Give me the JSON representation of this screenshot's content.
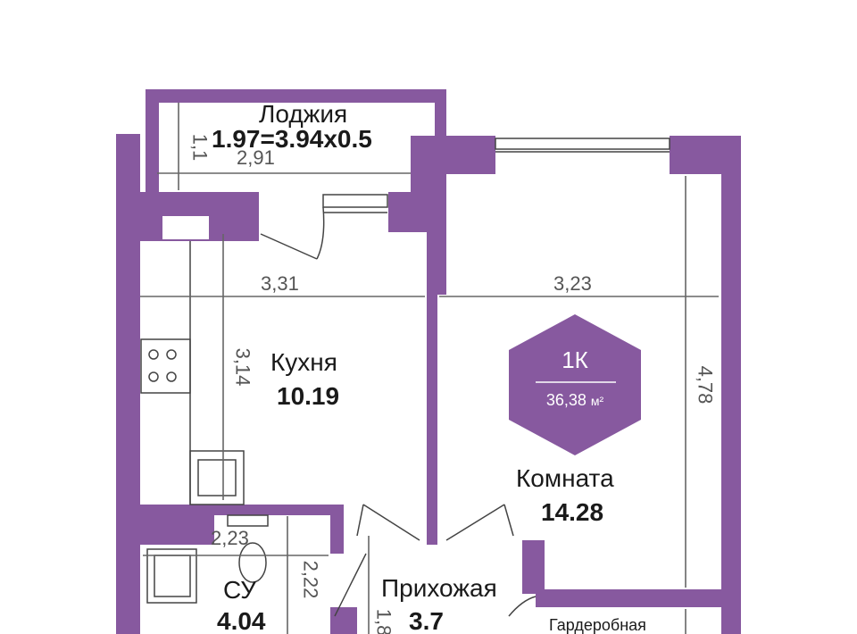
{
  "colors": {
    "wall": "#87599f",
    "dim_line": "#666666",
    "text": "#1a1a1a"
  },
  "badge": {
    "type": "1К",
    "total_area": "36,38",
    "unit": "м²"
  },
  "rooms": [
    {
      "name": "Лоджия",
      "area": "1.97=3.94x0.5"
    },
    {
      "name": "Кухня",
      "area": "10.19"
    },
    {
      "name": "Комната",
      "area": "14.28"
    },
    {
      "name": "СУ",
      "area": "4.04"
    },
    {
      "name": "Прихожая",
      "area": "3.7"
    },
    {
      "name": "Гардеробная",
      "area": ""
    }
  ],
  "dimensions": {
    "loggia_width": "2,91",
    "loggia_depth": "1,1",
    "kitchen_width": "3,31",
    "kitchen_length": "3,14",
    "room_width": "3,23",
    "room_length": "4,78",
    "bath_width": "2,23",
    "bath_length": "2,22",
    "hall_length": "1,8"
  }
}
